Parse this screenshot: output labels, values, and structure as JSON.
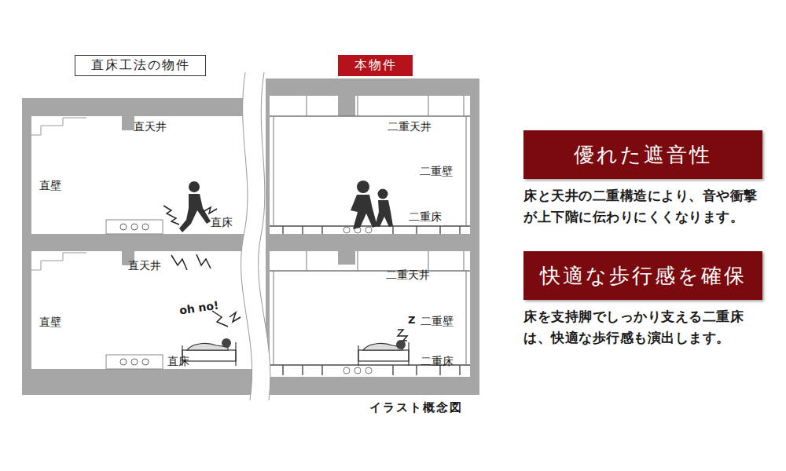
{
  "diagram": {
    "caption": "イラスト概念図",
    "nodes": [
      {
        "text": [
          "直床工法の物件"
        ]
      },
      {
        "text": [
          "本物件"
        ]
      },
      {
        "text": [
          "優れた遮音性"
        ]
      },
      {
        "text": [
          "快適な歩行感を確保"
        ]
      }
    ],
    "labels": [
      "直天井",
      "直壁",
      "直床",
      "直天井",
      "直壁",
      "直床",
      "oh no!",
      "二重天井",
      "二重壁",
      "二重床",
      "二重天井",
      "Z",
      "二重壁",
      "二重床",
      "床と天井の二重構造により、音や衝撃が上下階に伝わりにくくなります。",
      "床を支持脚でしっかり支える二重床は、快適な歩行感も演出します。"
    ]
  }
}
